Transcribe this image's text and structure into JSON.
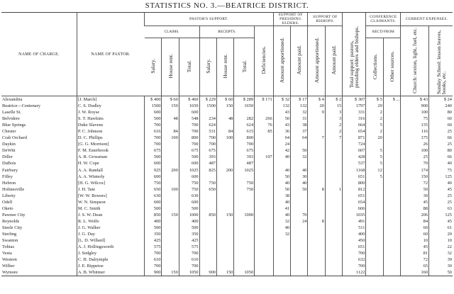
{
  "title": "STATISTICS NO. 3.—BEATRICE DISTRICT.",
  "headers": {
    "charge": "NAME OF CHARGE.",
    "pastor": "NAME OF PASTOR.",
    "pastor_support": "PASTOR'S SUPPORT.",
    "claims": "CLAIMS.",
    "receipts": "RECEIPTS.",
    "salary": "Salary.",
    "house_rent": "House rent.",
    "total": "Total.",
    "deficiencies": "Deficiencies.",
    "presiding_elders": "SUPPORT OF PRESIDING ELDERS.",
    "bishops": "SUPPORT OF BISHOPS.",
    "amount_apportioned": "Amount apportioned.",
    "amount_paid": "Amount paid.",
    "total_support": "Total support: pastors, presiding elders and bishops.",
    "conf_claimants": "CONFERENCE CLAIMANTS.",
    "recd_from": "REC'D FROM",
    "collections": "Collections.",
    "other_sources": "Other sources.",
    "current_expenses": "CURRENT EXPENSES.",
    "church": "Church: sexton, light, fuel, etc.",
    "sunday_school": "Sunday School: lesson leaves, books, etc."
  },
  "rows": [
    [
      "Alexandria",
      "[J. March]",
      "$ 400",
      "$ 60",
      "$ 460",
      "$ 229",
      "$ 60",
      "$ 289",
      "$ 171",
      "$ 32",
      "$ 17",
      "$ 4",
      "$ 2",
      "$ 307",
      "$ 5",
      "$ ...",
      "$ 43",
      "$ 24"
    ],
    [
      "Beatrice—Centenary",
      "C. S. Dudley",
      "1500",
      "150",
      "1650",
      "1500",
      "150",
      "1650",
      "",
      "132",
      "132",
      "20",
      "15",
      "1797",
      "29",
      "",
      "900",
      "240"
    ],
    [
      "Laselle St.",
      "J. W. Royse",
      "600",
      "",
      "600",
      "",
      "",
      "",
      "",
      "43",
      "32",
      "9",
      "3",
      "331",
      "2",
      "",
      "100",
      "80"
    ],
    [
      "Belvidere",
      "S. T. Hawkins",
      "500",
      "48",
      "548",
      "234",
      "48",
      "282",
      "266",
      "50",
      "31",
      "",
      "3",
      "316",
      "2",
      "",
      "75",
      "60"
    ],
    [
      "Blue Springs",
      "Duke Slavens",
      "700",
      "",
      "700",
      "624",
      "",
      "624",
      "76",
      "43",
      "38",
      "",
      "2",
      "664",
      "5",
      "",
      "135",
      "60"
    ],
    [
      "Chester",
      "P. C. Johnson",
      "616",
      "84",
      "700",
      "531",
      "84",
      "615",
      "85",
      "36",
      "37",
      "",
      "2",
      "654",
      "2",
      "",
      "116",
      "25"
    ],
    [
      "Crab Orchard",
      "D. C. Phillips",
      "700",
      "100",
      "800",
      "700",
      "100",
      "800",
      "",
      "64",
      "64",
      "7",
      "7",
      "871",
      "20",
      "",
      "175",
      "66"
    ],
    [
      "Daykin",
      "[G. G. Morrison]",
      "700",
      "",
      "700",
      "700",
      "",
      "700",
      "",
      "24",
      "",
      "",
      "",
      "724",
      "",
      "",
      "26",
      "25"
    ],
    [
      "DeWitt",
      "F. M. Esterbrook",
      "675",
      "",
      "675",
      "675",
      "",
      "675",
      "",
      "42",
      "50",
      "",
      "",
      "607",
      "5",
      "",
      "100",
      "80"
    ],
    [
      "Diller",
      "A. R. Grossman",
      "500",
      "",
      "500",
      "393",
      "",
      "393",
      "107",
      "40",
      "32",
      "",
      "",
      "428",
      "5",
      "",
      "25",
      "66"
    ],
    [
      "DuBois",
      "H. W. Cope",
      "600",
      "",
      "600",
      "487",
      "",
      "487",
      "",
      "",
      "",
      "",
      "",
      "537",
      "5",
      "",
      "70",
      "40"
    ],
    [
      "Fairbury",
      "A. A. Randall",
      "925",
      "200",
      "1025",
      "825",
      "200",
      "1025",
      "",
      "40",
      "40",
      "",
      "",
      "1168",
      "12",
      "",
      "174",
      "75"
    ],
    [
      "Filley",
      "A. A. Winterly",
      "600",
      "",
      "600",
      "",
      "",
      "",
      "",
      "50",
      "30",
      "",
      "",
      "651",
      "5",
      "",
      "150",
      "125"
    ],
    [
      "Hebron",
      "[H. G. Wilcox]",
      "750",
      "",
      "750",
      "750",
      "",
      "750",
      "",
      "40",
      "40",
      "",
      "",
      "800",
      "",
      "",
      "72",
      "40"
    ],
    [
      "Holmesville",
      "J. H. Tate",
      "650",
      "100",
      "750",
      "650",
      "",
      "750",
      "",
      "50",
      "50",
      "8",
      "1",
      "812",
      "",
      "",
      "50",
      "45"
    ],
    [
      "Liberty",
      "[W. W. Bowers]",
      "630",
      "",
      "630",
      "",
      "",
      "",
      "",
      "38",
      "",
      "",
      "",
      "651",
      "",
      "",
      "30",
      "25"
    ],
    [
      "Odell",
      "W. N. Simpson",
      "600",
      "",
      "600",
      "",
      "",
      "",
      "",
      "40",
      "",
      "",
      "",
      "654",
      "",
      "",
      "45",
      "25"
    ],
    [
      "Oketo",
      "M. C. Smith",
      "500",
      "",
      "500",
      "",
      "",
      "",
      "",
      "41",
      "",
      "",
      "",
      "606",
      "",
      "",
      "88",
      "63"
    ],
    [
      "Pawnee City",
      "J. S. W. Dean",
      "850",
      "150",
      "1000",
      "850",
      "150",
      "1000",
      "",
      "40",
      "70",
      "",
      "",
      "1035",
      "",
      "",
      "206",
      "125"
    ],
    [
      "Reynolds",
      "R. L. Wolfe",
      "400",
      "",
      "400",
      "",
      "",
      "",
      "",
      "32",
      "24",
      "8",
      "",
      "491",
      "",
      "",
      "84",
      "45"
    ],
    [
      "Steele City",
      "J. G. Walker",
      "500",
      "",
      "500",
      "",
      "",
      "",
      "",
      "40",
      "",
      "",
      "",
      "511",
      "",
      "",
      "60",
      "61"
    ],
    [
      "Sterling",
      "J. G. Day",
      "350",
      "",
      "350",
      "",
      "",
      "",
      "",
      "32",
      "",
      "",
      "",
      "400",
      "",
      "",
      "60",
      "20"
    ],
    [
      "Swanton",
      "[L. D. Willard]",
      "425",
      "",
      "425",
      "",
      "",
      "",
      "",
      "",
      "",
      "",
      "",
      "450",
      "",
      "",
      "10",
      "10"
    ],
    [
      "Tobias",
      "A. J. Hollingsworth",
      "575",
      "",
      "575",
      "",
      "",
      "",
      "",
      "",
      "",
      "",
      "",
      "651",
      "",
      "",
      "45",
      "22"
    ],
    [
      "Vesta",
      "J. Sedgley",
      "700",
      "",
      "700",
      "",
      "",
      "",
      "",
      "",
      "",
      "",
      "",
      "700",
      "",
      "",
      "81",
      "32"
    ],
    [
      "Western",
      "C. H. Dalrymple",
      "610",
      "",
      "610",
      "",
      "",
      "",
      "",
      "",
      "",
      "",
      "",
      "632",
      "",
      "",
      "72",
      "39"
    ],
    [
      "Wilber",
      "J. E. Rippetoe",
      "700",
      "",
      "700",
      "",
      "",
      "",
      "",
      "",
      "",
      "",
      "",
      "700",
      "",
      "",
      "65",
      "30"
    ],
    [
      "Wymore",
      "A. B. Whitmer",
      "900",
      "150",
      "1050",
      "900",
      "150",
      "1050",
      "",
      "",
      "",
      "",
      "",
      "1122",
      "",
      "",
      "160",
      "50"
    ]
  ]
}
